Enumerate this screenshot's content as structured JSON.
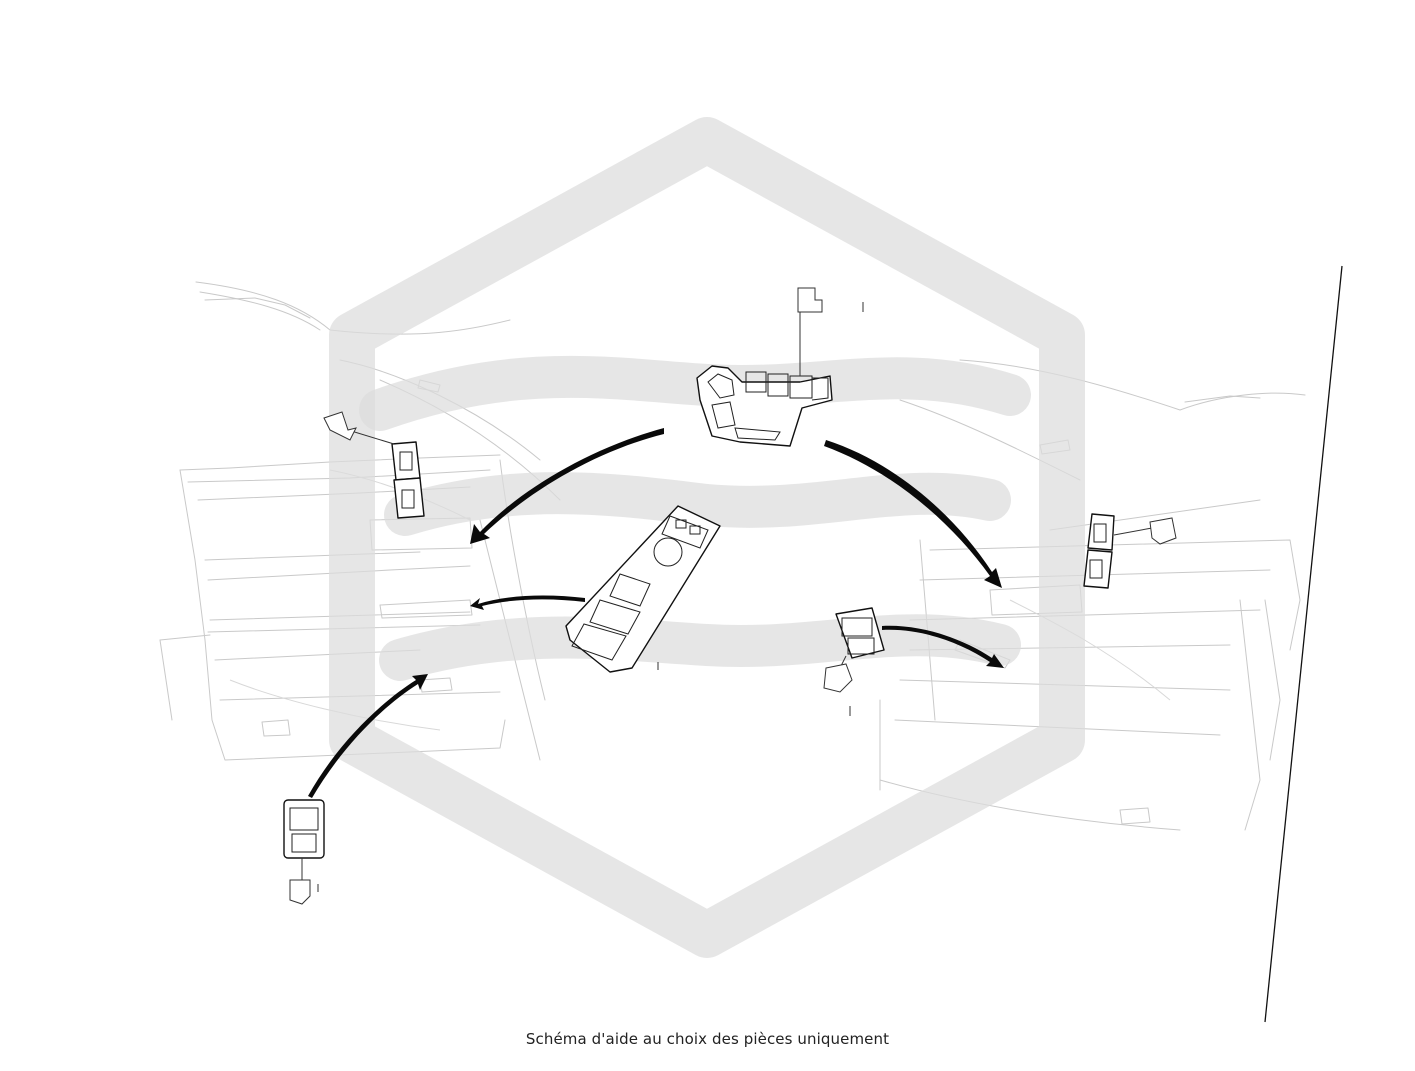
{
  "caption": "Schéma d'aide au choix des pièces uniquement",
  "colors": {
    "background": "#ffffff",
    "line_art": "#111111",
    "ghost_lines": "#c9c9c9",
    "watermark": "#dcdcdc",
    "arrows": "#0a0a0a"
  },
  "parts": [
    {
      "id": "seat-adjust-switch",
      "description_icon": "seat-switch-icon"
    },
    {
      "id": "master-window-switch",
      "description_icon": "window-switch-icon"
    },
    {
      "id": "single-window-switch-rear-left",
      "description_icon": "window-switch-icon"
    },
    {
      "id": "single-window-switch-front-right",
      "description_icon": "window-switch-icon"
    },
    {
      "id": "door-lock-switch-left",
      "description_icon": "lock-switch-icon"
    },
    {
      "id": "door-lock-switch-right",
      "description_icon": "lock-switch-icon"
    }
  ],
  "watermark": {
    "icon": "hexagon-s-logo-icon"
  }
}
